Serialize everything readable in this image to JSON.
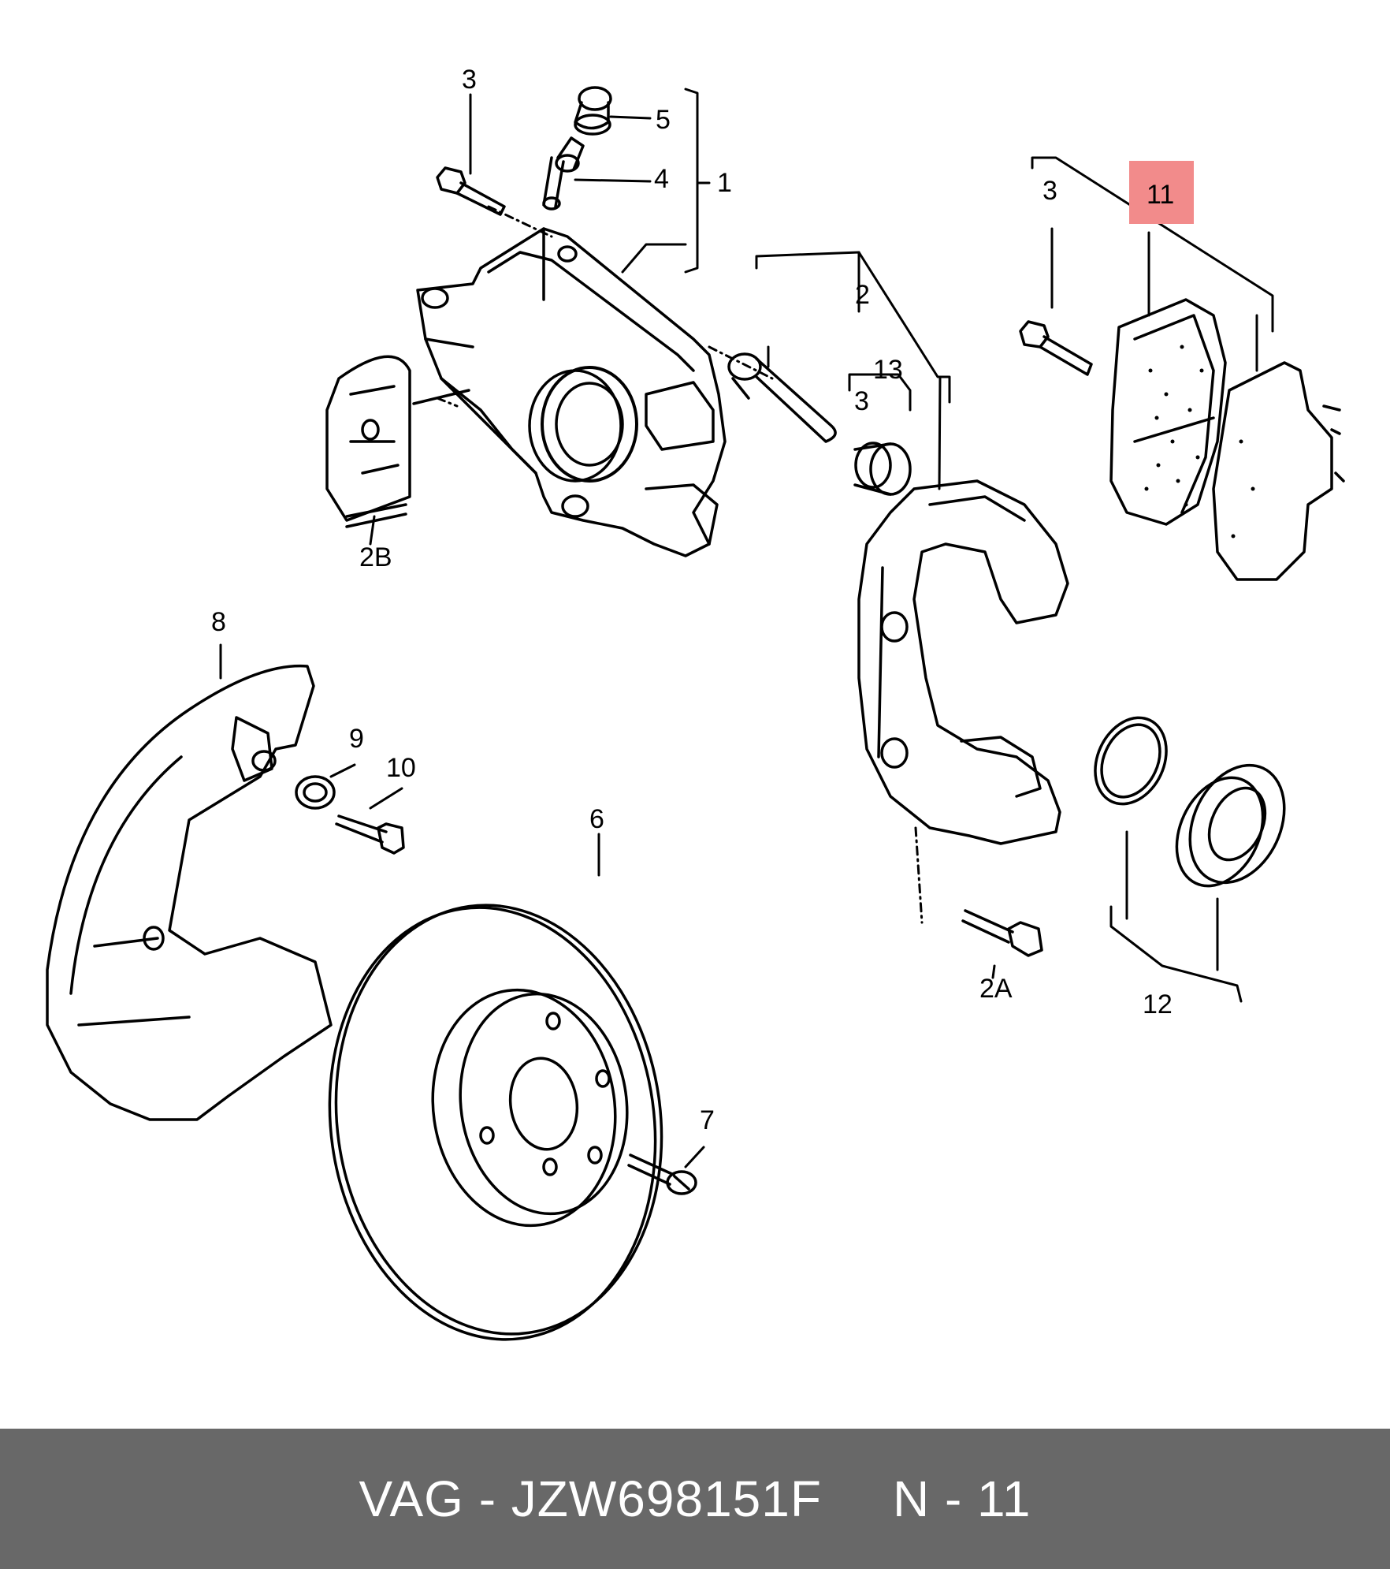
{
  "callouts": {
    "n1": "1",
    "n2": "2",
    "n2A": "2A",
    "n2B": "2B",
    "n3a": "3",
    "n3b": "3",
    "n3c": "3",
    "n4": "4",
    "n5": "5",
    "n6": "6",
    "n7": "7",
    "n8": "8",
    "n9": "9",
    "n10": "10",
    "n11": "11",
    "n12": "12",
    "n13": "13"
  },
  "highlight": {
    "label": "11",
    "color": "#f28b8b"
  },
  "footer": {
    "part_text": "VAG - JZW698151F",
    "ref_text": "N - 11",
    "background": "#686868"
  }
}
